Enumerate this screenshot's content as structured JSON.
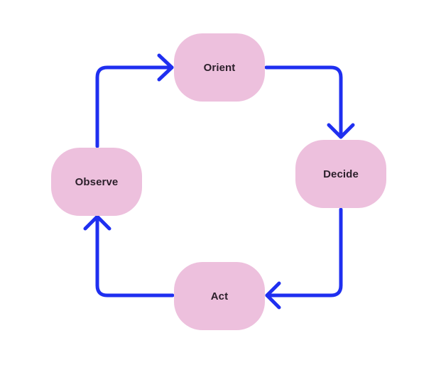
{
  "diagram": {
    "nodes": [
      {
        "id": "orient",
        "label": "Orient"
      },
      {
        "id": "decide",
        "label": "Decide"
      },
      {
        "id": "act",
        "label": "Act"
      },
      {
        "id": "observe",
        "label": "Observe"
      }
    ],
    "edges": [
      {
        "from": "observe",
        "to": "orient"
      },
      {
        "from": "orient",
        "to": "decide"
      },
      {
        "from": "decide",
        "to": "act"
      },
      {
        "from": "act",
        "to": "observe"
      }
    ],
    "colors": {
      "node_fill": "#edc0dd",
      "node_text": "#2b1f2a",
      "connector": "#1f2ff0",
      "background": "#ffffff"
    }
  }
}
